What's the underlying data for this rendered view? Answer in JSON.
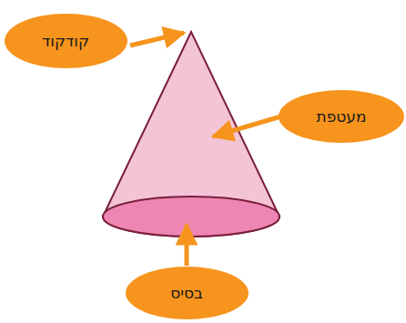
{
  "diagram": {
    "nodes": [
      {
        "text": [
          "קודקוד"
        ]
      },
      {
        "text": [
          "מעטפת"
        ]
      },
      {
        "text": [
          "בסיס"
        ]
      }
    ]
  }
}
